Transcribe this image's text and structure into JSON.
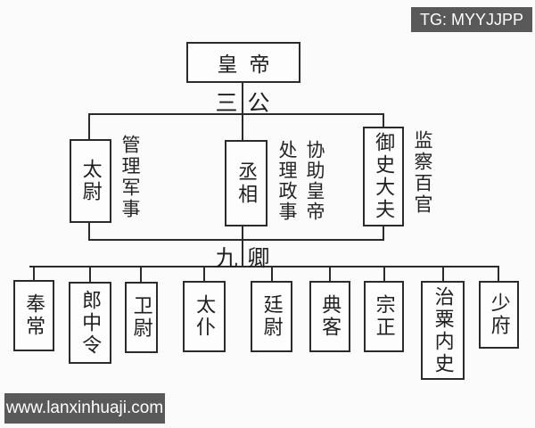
{
  "badges": {
    "telegram": "TG: MYYJJPP",
    "website": "www.lanxinhuaji.com"
  },
  "colors": {
    "background": "#fbfbfb",
    "line": "#2b2b2b",
    "badge_bg": "#595959",
    "badge_text": "#ffffff"
  },
  "chart": {
    "root_label": "皇帝",
    "level1_label": "三公",
    "level2_label": "九卿",
    "san_gong": [
      {
        "label": "太尉",
        "note": "管理军事"
      },
      {
        "label": "丞相",
        "note": "协助皇帝处理政事"
      },
      {
        "label": "御史大夫",
        "note": "监察百官"
      }
    ],
    "jiu_qing": [
      "奉常",
      "郎中令",
      "卫尉",
      "太仆",
      "廷尉",
      "典客",
      "宗正",
      "治粟内史",
      "少府"
    ]
  }
}
